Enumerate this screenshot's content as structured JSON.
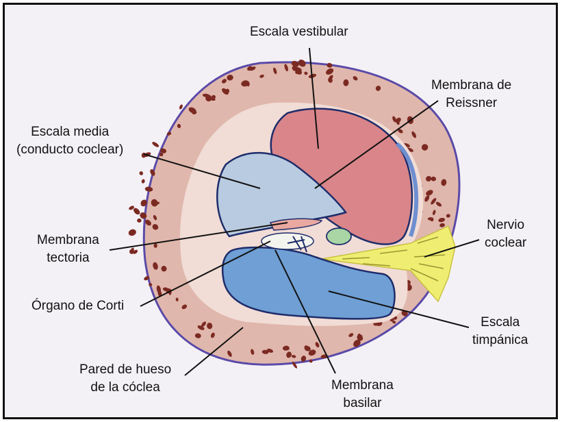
{
  "labels": {
    "escala_vestibular": "Escala vestibular",
    "membrana_reissner": [
      "Membrana de",
      "Reissner"
    ],
    "escala_media": [
      "Escala media",
      "(conducto coclear)"
    ],
    "membrana_tectoria": [
      "Membrana",
      "tectoria"
    ],
    "organo_corti": "Órgano de Corti",
    "pared_hueso": [
      "Pared de hueso",
      "de la cóclea"
    ],
    "membrana_basilar": [
      "Membrana",
      "basilar"
    ],
    "escala_timpanica": [
      "Escala",
      "timpánica"
    ],
    "nervio_coclear": [
      "Nervio",
      "coclear"
    ]
  },
  "colors": {
    "bone": "#e0b7ac",
    "bone_pores": "#7b2a22",
    "outline": "#5a4aa8",
    "vestibular": "#d98589",
    "media": "#b9cbe0",
    "timpanica": "#6f9fd4",
    "nerve": "#f0ee72",
    "organ": "#a9d6a4"
  }
}
